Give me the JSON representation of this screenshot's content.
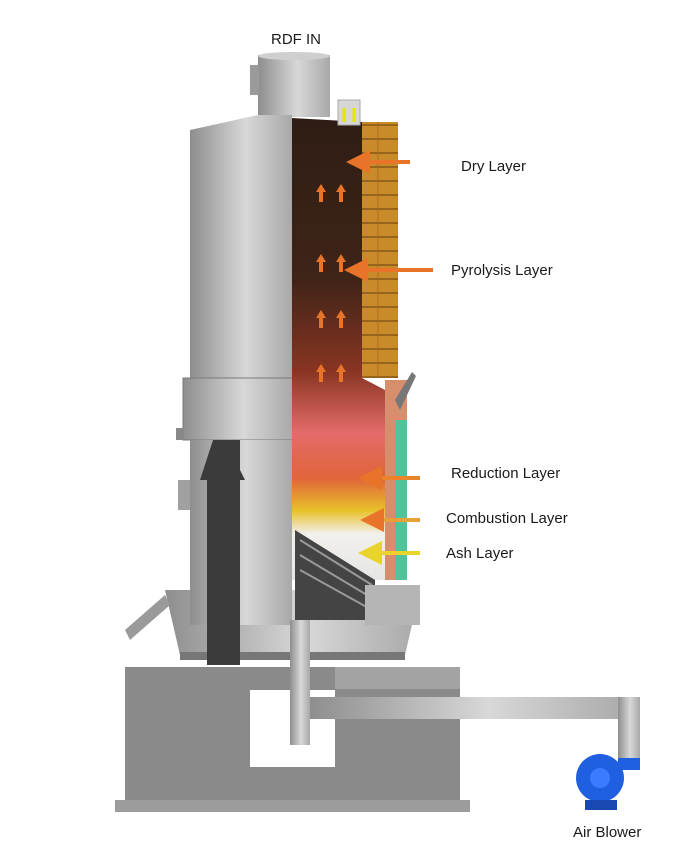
{
  "labels": {
    "inlet": "RDF IN",
    "dry": "Dry Layer",
    "pyrolysis": "Pyrolysis Layer",
    "reduction": "Reduction Layer",
    "combustion": "Combustion Layer",
    "ash": "Ash Layer",
    "blower": "Air Blower"
  },
  "colors": {
    "steel": "#b8b8b8",
    "dry_zone": "#3a2418",
    "pyrolysis_zone": "#8a3a22",
    "reduction_zone": "#e2664a",
    "combustion_zone": "#e6c22a",
    "ash_zone": "#ececec",
    "wood_lining": "#c98a2a",
    "blower": "#1f5fe0"
  }
}
